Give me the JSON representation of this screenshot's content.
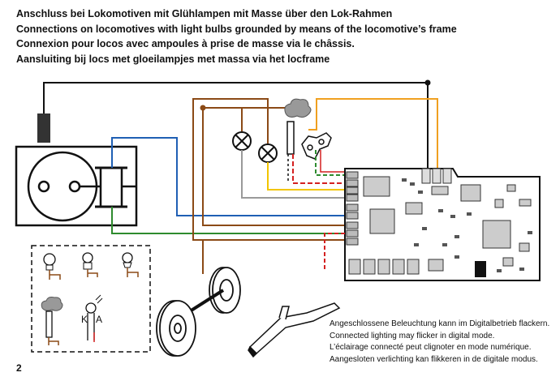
{
  "heading": {
    "lines": [
      "Anschluss bei Lokomotiven mit Glühlampen mit Masse über den Lok-Rahmen",
      "Connections on locomotives with light bulbs grounded by means of the locomotive’s frame",
      "Connexion pour locos avec ampoules à prise de masse via le châssis.",
      "Aansluiting bij locs met gloeilampjes met massa via het locframe"
    ]
  },
  "note": {
    "lines": [
      "Angeschlossene Beleuchtung kann im Digitalbetrieb flackern.",
      "Connected lighting may flicker in digital mode.",
      "L’éclairage connecté peut clignoter en mode numérique.",
      "Aangesloten verlichting kan flikkeren in de digitale modus."
    ]
  },
  "led_labels": {
    "cathode": "K",
    "anode": "A"
  },
  "page_number": "2",
  "colors": {
    "black": "#111111",
    "brown": "#8b4a16",
    "blue": "#1f5fb4",
    "green": "#2e8b2e",
    "gray": "#9a9a9a",
    "yellow": "#f2c500",
    "red": "#d42020",
    "orange": "#f0a020"
  }
}
